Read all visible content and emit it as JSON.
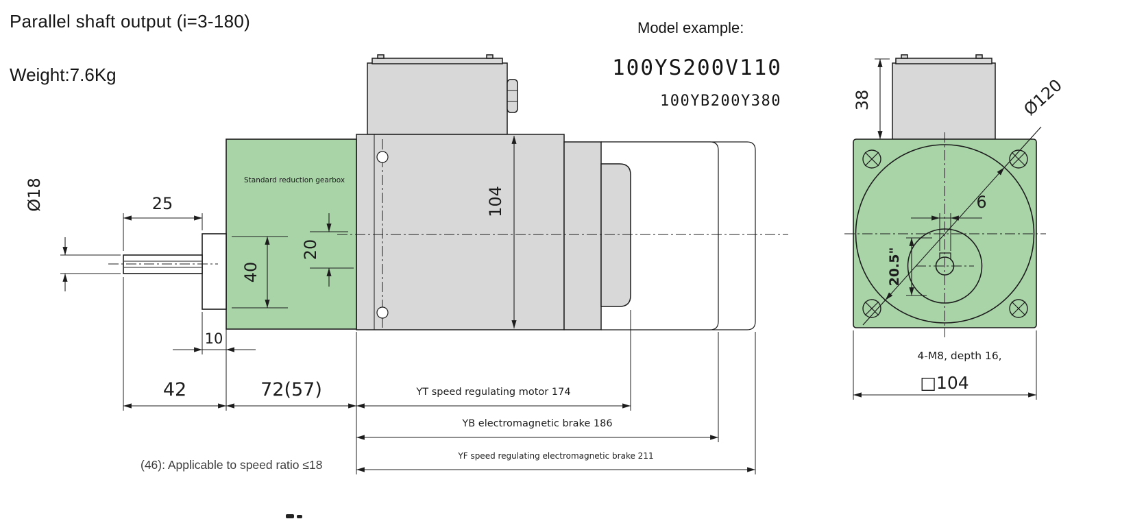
{
  "header": {
    "title": "Parallel shaft output (i=3-180)",
    "weight": "Weight:7.6Kg",
    "model_example_label": "Model example:",
    "model_primary": "100YS200V110",
    "model_secondary": "100YB200Y380"
  },
  "side_view": {
    "gearbox_label": "Standard reduction gearbox",
    "note": "(46): Applicable to speed ratio ≤18",
    "dims": {
      "shaft_diameter": "Ø18",
      "shaft_extension": "25",
      "hub_height": "40",
      "shaft_offset": "20",
      "frame_height": "104",
      "hub_step": "10",
      "shaft_section": "42",
      "gearbox_length": "72(57)",
      "yt_length": "YT speed regulating motor 174",
      "yb_length": "YB electromagnetic brake 186",
      "yf_length": "YF speed regulating electromagnetic brake 211"
    }
  },
  "front_view": {
    "dims": {
      "terminal_box_height": "38",
      "pilot_diameter": "Ø120",
      "keyway_width": "6",
      "shaft_bore": "20.5\"",
      "bolt_note": "4-M8, depth 16,",
      "flange_square": "□104"
    }
  },
  "colors": {
    "gearbox_green": "#a8d4a8",
    "motor_gray": "#d8d8d8",
    "line": "#1c1c1c"
  }
}
